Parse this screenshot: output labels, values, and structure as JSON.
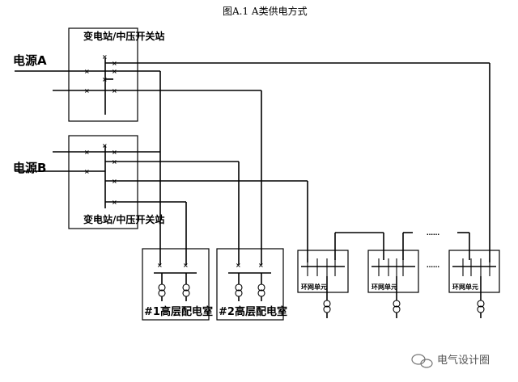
{
  "figure": {
    "caption": "图A.1 A类供电方式",
    "source_a": "电源A",
    "source_b": "电源B",
    "station_top": "变电站/中压开关站",
    "station_bottom": "变电站/中压开关站",
    "rooms": [
      "#1高层配电室",
      "#2高层配电室"
    ],
    "ring_units": [
      "环网单元",
      "环网单元",
      "环网单元"
    ],
    "ellipsis": "……",
    "watermark": "电气设计圈"
  }
}
